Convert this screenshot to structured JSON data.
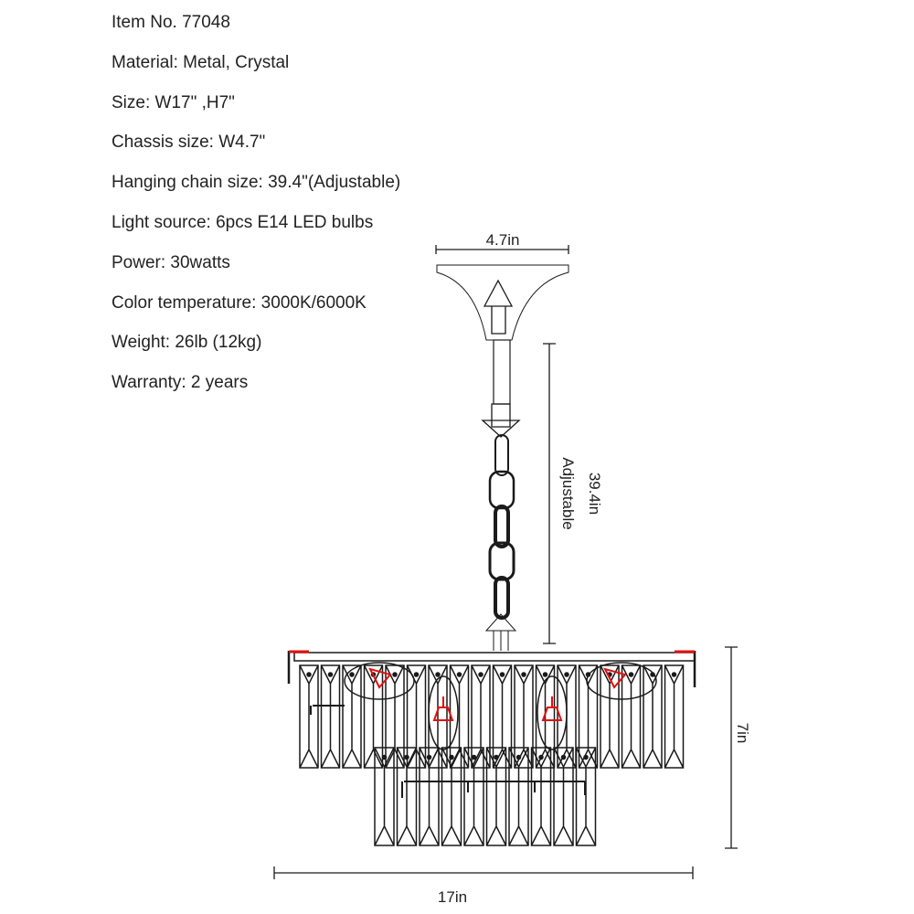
{
  "specs": [
    "Item No. 77048",
    "Material: Metal, Crystal",
    "Size: W17\" ,H7\"",
    "Chassis size: W4.7\"",
    "Hanging chain size: 39.4\"(Adjustable)",
    "Light source: 6pcs E14 LED bulbs",
    "Power: 30watts",
    "Color temperature: 3000K/6000K",
    "Weight: 26lb (12kg)",
    "Warranty: 2 years"
  ],
  "dimensions": {
    "canopy_width": "4.7in",
    "chain_length": "39.4in",
    "chain_note": "Adjustable",
    "height": "7in",
    "width": "17in"
  },
  "colors": {
    "line": "#1a1a1a",
    "accent": "#e01010",
    "faint": "#999999"
  }
}
